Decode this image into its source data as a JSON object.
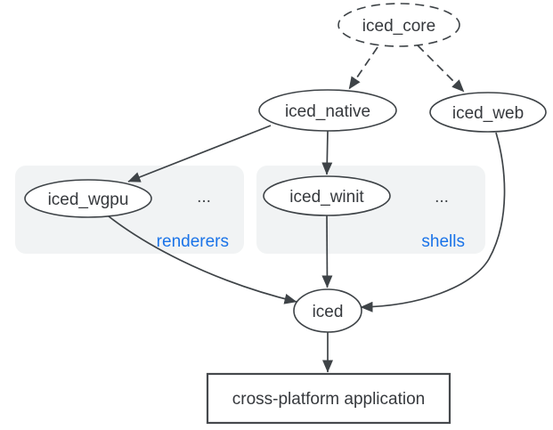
{
  "diagram": {
    "nodes": {
      "iced_core": {
        "label": "iced_core",
        "shape": "dashed-ellipse"
      },
      "iced_native": {
        "label": "iced_native",
        "shape": "ellipse"
      },
      "iced_web": {
        "label": "iced_web",
        "shape": "ellipse"
      },
      "iced_wgpu": {
        "label": "iced_wgpu",
        "shape": "ellipse"
      },
      "iced_winit": {
        "label": "iced_winit",
        "shape": "ellipse"
      },
      "iced": {
        "label": "iced",
        "shape": "ellipse"
      },
      "application": {
        "label": "cross-platform application",
        "shape": "rectangle"
      }
    },
    "groups": {
      "renderers": {
        "label": "renderers",
        "ellipsis": "...",
        "members": [
          "iced_wgpu"
        ]
      },
      "shells": {
        "label": "shells",
        "ellipsis": "...",
        "members": [
          "iced_winit"
        ]
      }
    },
    "edges": [
      {
        "from": "iced_core",
        "to": "iced_native",
        "style": "dashed"
      },
      {
        "from": "iced_core",
        "to": "iced_web",
        "style": "dashed"
      },
      {
        "from": "iced_native",
        "to": "iced_wgpu",
        "style": "solid"
      },
      {
        "from": "iced_native",
        "to": "iced_winit",
        "style": "solid"
      },
      {
        "from": "iced_wgpu",
        "to": "iced",
        "style": "solid"
      },
      {
        "from": "iced_winit",
        "to": "iced",
        "style": "solid"
      },
      {
        "from": "iced_web",
        "to": "iced",
        "style": "solid"
      },
      {
        "from": "iced",
        "to": "application",
        "style": "solid"
      }
    ],
    "colors": {
      "stroke": "#3e4347",
      "text": "#36393d",
      "group_fill": "#f1f3f4",
      "group_label_blue": "#1a73e8",
      "background": "#ffffff"
    }
  }
}
